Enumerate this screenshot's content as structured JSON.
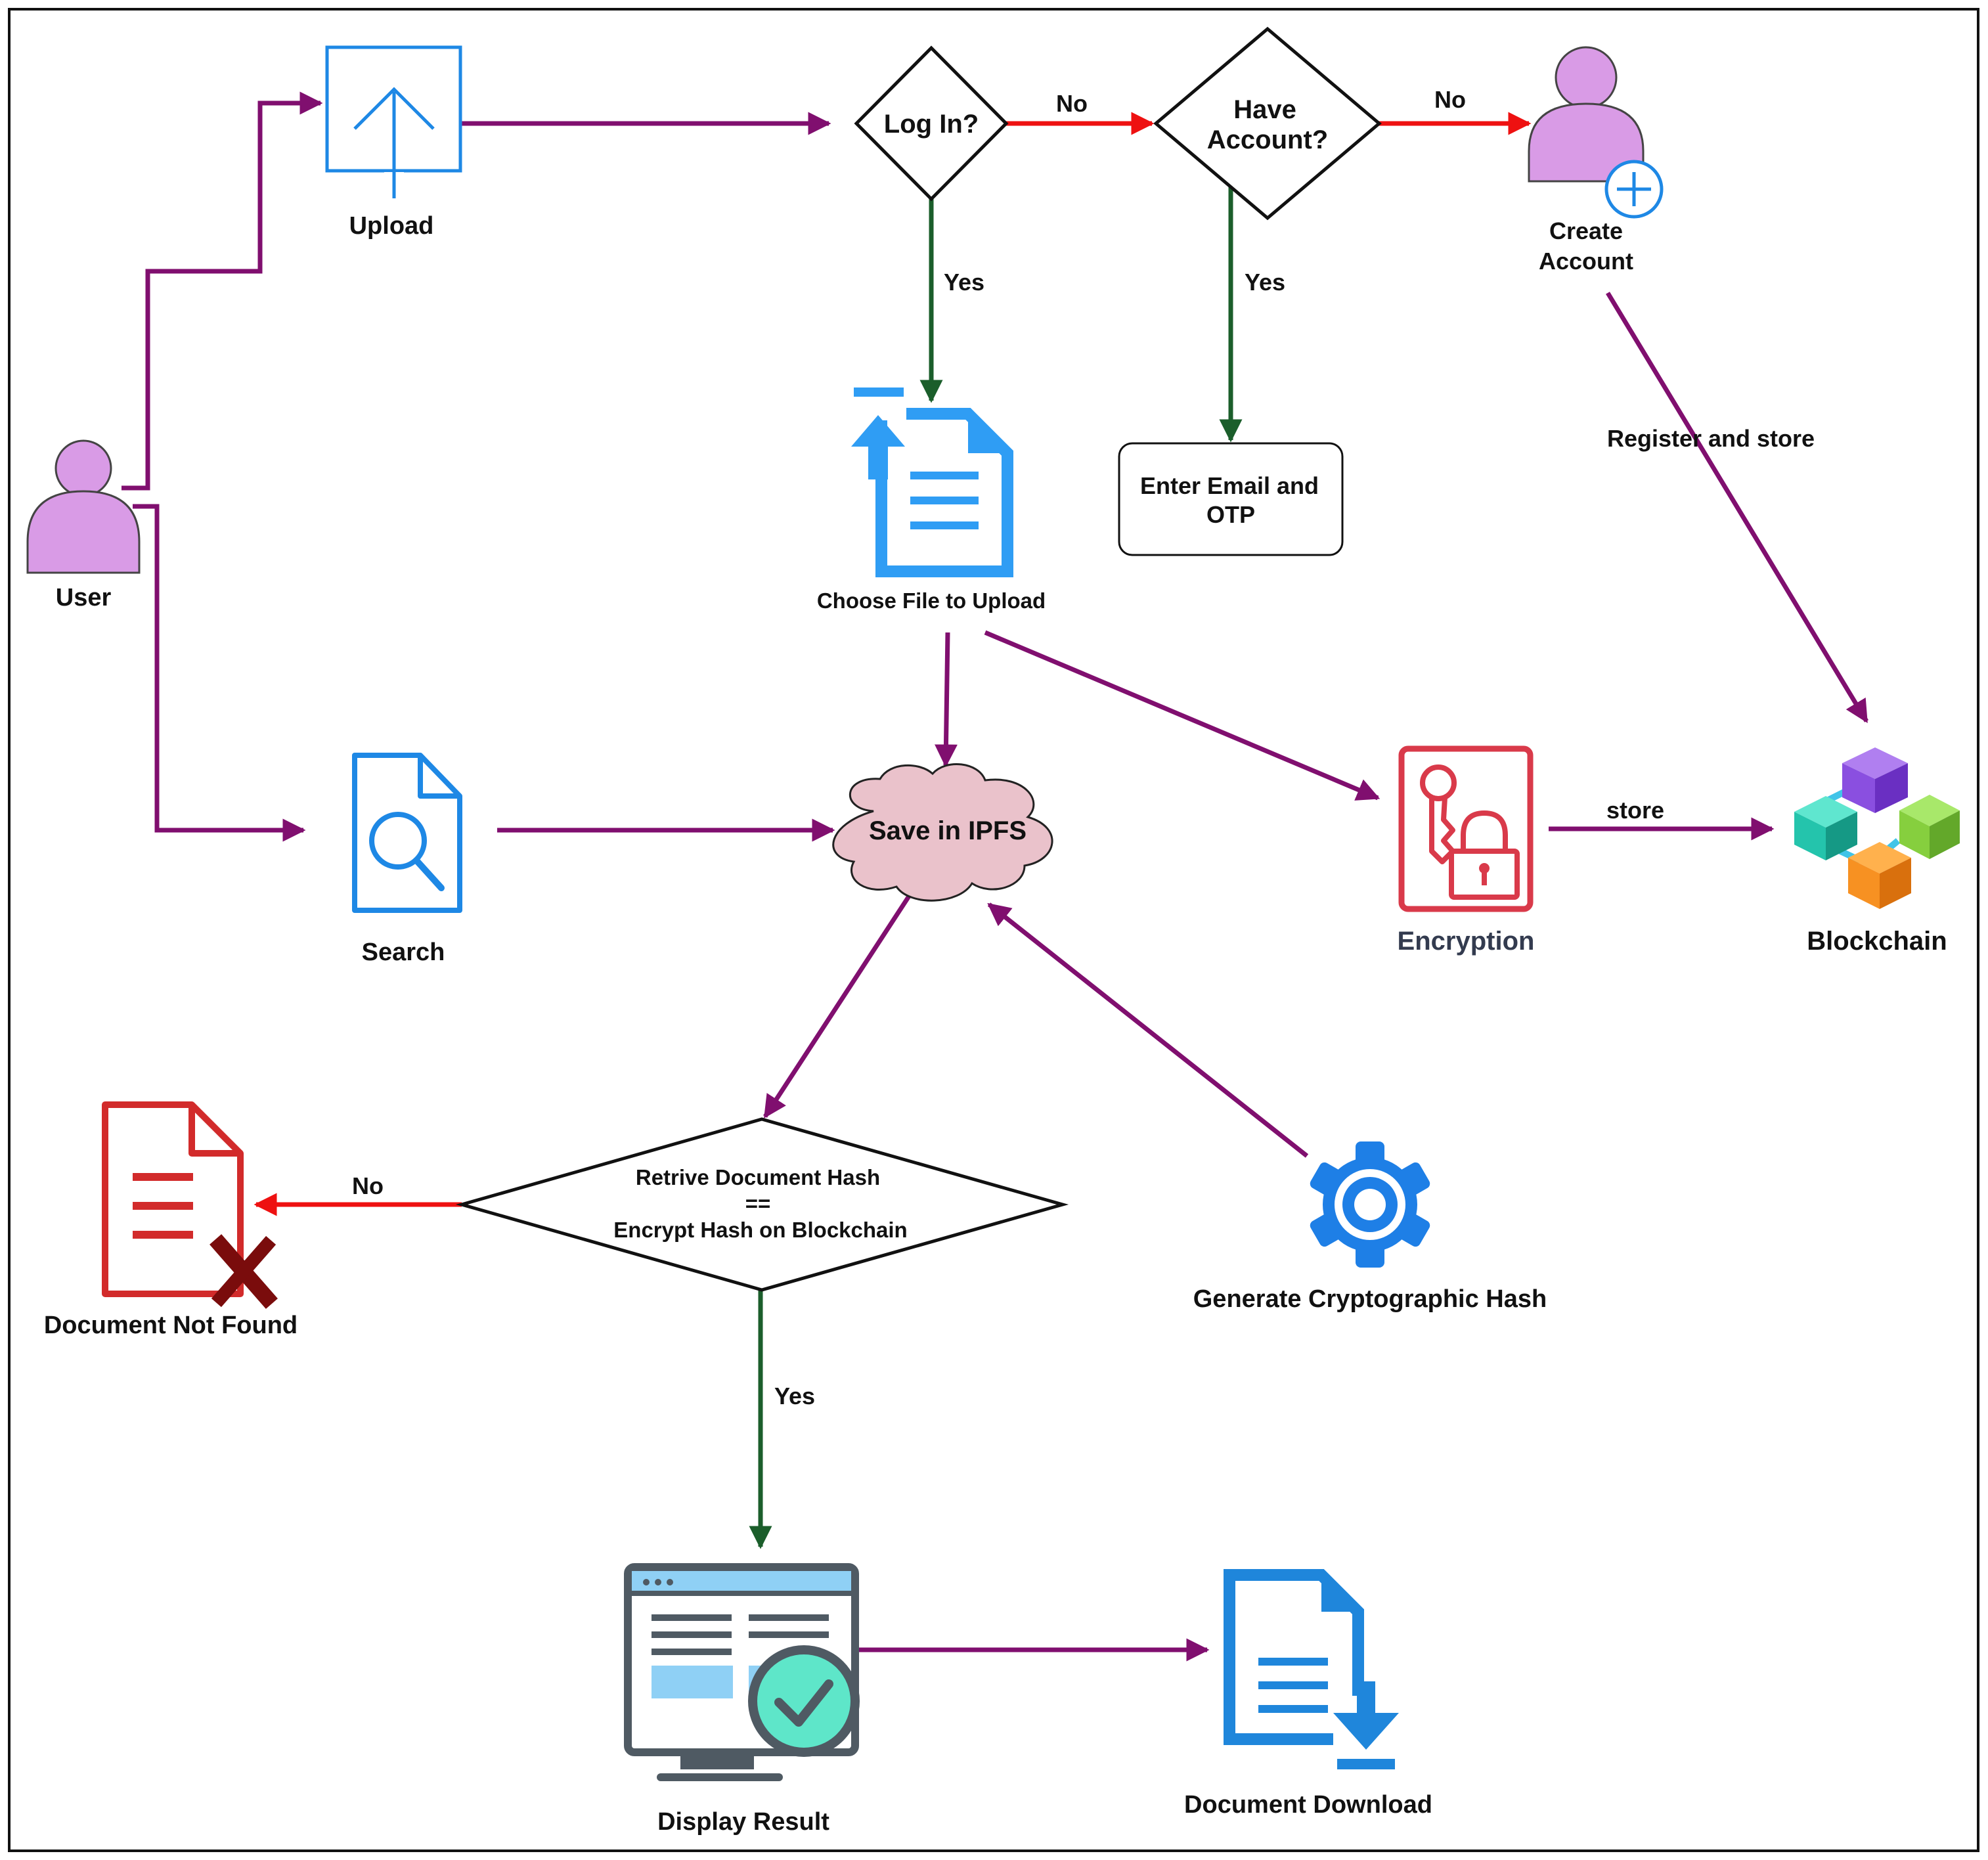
{
  "diagram": {
    "colors": {
      "flow_purple": "#800f6f",
      "yes_green": "#1b5e2b",
      "no_red": "#ee1111",
      "user_fill": "#d99be6",
      "icon_blue": "#1e88e5",
      "encryption_red": "#d93a4a",
      "not_found_red": "#d22b2b",
      "x_dark_red": "#7a0c0c",
      "ipfs_cloud_fill": "#eac2cb"
    },
    "nodes": {
      "user": {
        "label": "User",
        "icon": "user-icon"
      },
      "upload": {
        "label": "Upload",
        "icon": "upload-icon"
      },
      "login": {
        "label": "Log In?"
      },
      "have_account": {
        "line1": "Have",
        "line2": "Account?"
      },
      "create_account": {
        "line1": "Create",
        "line2": "Account",
        "icon": "user-add-icon"
      },
      "choose_file": {
        "label": "Choose File to Upload",
        "icon": "file-upload-icon"
      },
      "enter_email": {
        "line1": "Enter Email and",
        "line2": "OTP"
      },
      "search": {
        "label": "Search",
        "icon": "document-search-icon"
      },
      "ipfs": {
        "label": "Save in IPFS",
        "icon": "cloud-icon"
      },
      "encryption": {
        "label": "Encryption",
        "icon": "key-lock-icon"
      },
      "blockchain": {
        "label": "Blockchain",
        "icon": "blockchain-cubes-icon"
      },
      "retrieve": {
        "line1": "Retrive Document Hash",
        "line2": "==",
        "line3": "Encrypt Hash on Blockchain"
      },
      "not_found": {
        "label": "Document Not Found",
        "icon": "document-x-icon"
      },
      "hash": {
        "label": "Generate Cryptographic Hash",
        "icon": "gear-icon"
      },
      "display": {
        "label": "Display Result",
        "icon": "monitor-check-icon"
      },
      "download": {
        "label": "Document Download",
        "icon": "document-download-icon"
      }
    },
    "edges": {
      "login_no": "No",
      "login_yes": "Yes",
      "account_no": "No",
      "account_yes": "Yes",
      "register_store": "Register and store",
      "store": "store",
      "retrieve_no": "No",
      "retrieve_yes": "Yes"
    }
  }
}
